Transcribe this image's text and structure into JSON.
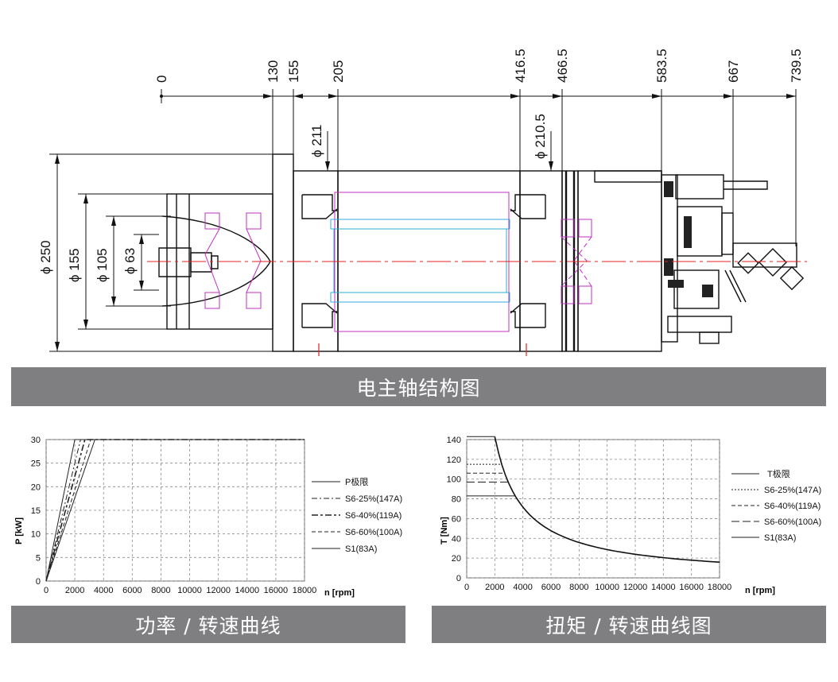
{
  "drawing": {
    "dimensions_top": [
      "0",
      "130",
      "155",
      "205",
      "416.5",
      "466.5",
      "583.5",
      "667",
      "739.5"
    ],
    "dia_211": "ϕ 211",
    "dia_210_5": "ϕ 210.5",
    "dia_250": "ϕ 250",
    "dia_155": "ϕ 155",
    "dia_105": "ϕ 105",
    "dia_63": "ϕ 63"
  },
  "banners": {
    "structure": "电主轴结构图",
    "power": "功率 / 转速曲线",
    "torque": "扭矩 / 转速曲线图"
  },
  "chart_data": [
    {
      "type": "line",
      "title": "",
      "xlabel": "n [rpm]",
      "ylabel": "P [kW]",
      "xlim": [
        0,
        18000
      ],
      "ylim": [
        0,
        30
      ],
      "x_ticks": [
        "0",
        "2000",
        "4000",
        "6000",
        "8000",
        "10000",
        "12000",
        "14000",
        "16000",
        "18000"
      ],
      "y_ticks": [
        "0",
        "5",
        "10",
        "15",
        "20",
        "25",
        "30"
      ],
      "grid": true,
      "legend_position": "right",
      "series": [
        {
          "name": "P极限",
          "dash": "solid",
          "points": [
            [
              0,
              0
            ],
            [
              2000,
              30
            ],
            [
              18000,
              30
            ]
          ]
        },
        {
          "name": "S6-25%(147A)",
          "dash": "dashdot",
          "points": [
            [
              0,
              0
            ],
            [
              2400,
              30
            ],
            [
              18000,
              30
            ]
          ]
        },
        {
          "name": "S6-40%(119A)",
          "dash": "dashdotbold",
          "points": [
            [
              0,
              0
            ],
            [
              2700,
              30
            ],
            [
              18000,
              30
            ]
          ]
        },
        {
          "name": "S6-60%(100A)",
          "dash": "dashed",
          "points": [
            [
              0,
              0
            ],
            [
              3100,
              30
            ],
            [
              18000,
              30
            ]
          ]
        },
        {
          "name": "S1(83A)",
          "dash": "solid",
          "points": [
            [
              0,
              0
            ],
            [
              3400,
              30
            ],
            [
              18000,
              30
            ]
          ]
        }
      ]
    },
    {
      "type": "line",
      "title": "",
      "xlabel": "n [rpm]",
      "ylabel": "T [Nm]",
      "xlim": [
        0,
        18000
      ],
      "ylim": [
        0,
        140
      ],
      "x_ticks": [
        "0",
        "2000",
        "4000",
        "6000",
        "8000",
        "10000",
        "12000",
        "14000",
        "16000",
        "18000"
      ],
      "y_ticks": [
        "0",
        "20",
        "40",
        "60",
        "80",
        "100",
        "120",
        "140"
      ],
      "grid": true,
      "legend_position": "right",
      "series": [
        {
          "name": "T极限",
          "dash": "solid",
          "const": 143,
          "break": 2000
        },
        {
          "name": "S6-25%(147A)",
          "dash": "dotted",
          "const": 115,
          "break": 2500
        },
        {
          "name": "S6-40%(119A)",
          "dash": "dashed",
          "const": 106,
          "break": 2700
        },
        {
          "name": "S6-60%(100A)",
          "dash": "longdash",
          "const": 97,
          "break": 2950
        },
        {
          "name": "S1(83A)",
          "dash": "solid",
          "const": 83,
          "break": 3450
        }
      ],
      "hyperbola_power_kw": 30
    }
  ]
}
